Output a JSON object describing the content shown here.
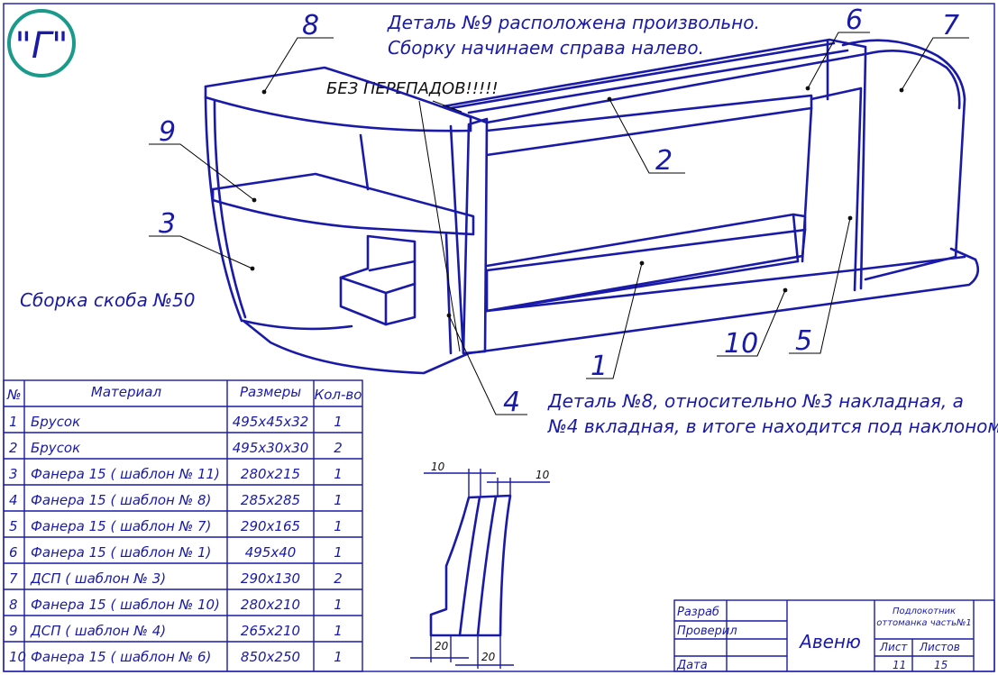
{
  "stamp_letter": "\"Г\"",
  "notes": {
    "line1": "Деталь №9 расположена произвольно.",
    "line2": "Сборку начинаем справа налево.",
    "no_steps": "БЕЗ ПЕРЕПАДОВ!!!!!",
    "assembly": "Сборка скоба №50",
    "detail8_line1": "Деталь №8, относительно №3 накладная, а",
    "detail8_line2": "№4 вкладная, в итоге находится под наклоном."
  },
  "callouts": [
    "8",
    "9",
    "3",
    "6",
    "7",
    "2",
    "1",
    "10",
    "5",
    "4"
  ],
  "table": {
    "headers": [
      "№",
      "Материал",
      "Размеры",
      "Кол-во"
    ],
    "rows": [
      [
        "1",
        "Брусок",
        "495х45х32",
        "1"
      ],
      [
        "2",
        "Брусок",
        "495х30х30",
        "2"
      ],
      [
        "3",
        "Фанера 15 ( шаблон № 11)",
        "280х215",
        "1"
      ],
      [
        "4",
        "Фанера 15 ( шаблон № 8)",
        "285х285",
        "1"
      ],
      [
        "5",
        "Фанера 15 ( шаблон № 7)",
        "290х165",
        "1"
      ],
      [
        "6",
        "Фанера 15 ( шаблон № 1)",
        "495х40",
        "1"
      ],
      [
        "7",
        "ДСП ( шаблон № 3)",
        "290х130",
        "2"
      ],
      [
        "8",
        "Фанера 15 ( шаблон № 10)",
        "280х210",
        "1"
      ],
      [
        "9",
        "ДСП ( шаблон № 4)",
        "265х210",
        "1"
      ],
      [
        "10",
        "Фанера 15 ( шаблон № 6)",
        "850х250",
        "1"
      ]
    ]
  },
  "dimensions": {
    "top_left": "10",
    "top_right": "10",
    "bottom_left": "20",
    "bottom_right": "20"
  },
  "title_block": {
    "razrab": "Разраб",
    "proveril": "Проверил",
    "data": "Дата",
    "company": "Авеню",
    "title_line1": "Подлокотник",
    "title_line2": "оттоманка часть№1",
    "list_label": "Лист",
    "listov_label": "Листов",
    "list_value": "11",
    "listov_value": "15"
  },
  "colors": {
    "line": "#1a1aa8",
    "stamp": "#1a9a8a",
    "leader": "#000000"
  }
}
